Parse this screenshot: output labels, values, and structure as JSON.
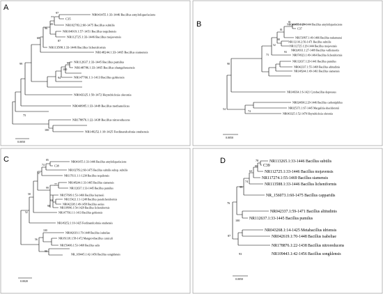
{
  "panels": [
    {
      "label": "A",
      "scale": "0.0050",
      "leaves": [
        "NR041455.1:33-1446 Bacillus amyloliquefaciens",
        "C35",
        "NR102783.2:60-1475 Bacillus subtilis",
        "NR104919.1:57-1451 Bacillus tequilensis",
        "NR112725.1:33-1446 Bacillus mojavensis",
        "NR113588.1:33-1446 Bacillus licheniformis",
        "NR148244.1:33-1465 Bacillus siamensis",
        "NR112637.1:33-1445 Bacillus pumilus",
        "NR148786.1:33-1465 Bacillus zhangzhouensis",
        "NR147766.1:1-1413 Bacillus gobiensis",
        "NR043325.1:50-1472 Heyndrickxia oleronia",
        "NR040985.1:33-1449 Bacillus methanolicus",
        "NR178876.1:22-1438 Bacillus nitroreducens",
        "NR149252.1:10-1425 Ferdinandcohnia onubensis"
      ],
      "bootstraps": [
        "97",
        "77",
        "96",
        "43",
        "68",
        "87",
        "99",
        "100",
        "94",
        "99",
        "75",
        "100"
      ]
    },
    {
      "label": "B",
      "scale": "0.0050",
      "leaves": [
        "NR041455.1:29-1444 Bacillus amyloliquefaciens",
        "C37",
        "NR151897.1:49-1466 Bacillus nakamurai",
        "NR112116.2:56-1471 Bacillus subtilis",
        "NR112725.1:29-1444 Bacillus mojavensis",
        "NR024931.1:27-1409 Bacillus vallismortis",
        "NR074923.1:49-1464 Bacillus licheniformis",
        "NR112637.1:29-1441 Bacillus pumilus",
        "NR042337.1:55-1469 Bacillus altitudinis",
        "NR148244.1:49-1461 Bacillus siamensis",
        "NR146034.1:6-1421 Cytobacillus depressus",
        "NR024690.2:29-1446 Bacillus carboniphilus",
        "NR025371.1:67-1445 Margalitia shackletonii",
        "NR043325.1:52-1470 Heyndrickxia oleronia"
      ],
      "bootstraps": [
        "81",
        "81",
        "98",
        "52",
        "93",
        "73",
        "98",
        "54",
        "74"
      ]
    },
    {
      "label": "C",
      "scale": "0.0020",
      "leaves": [
        "NR041455.1:33-1446 Bacillus amyloliquefaciens",
        "C38",
        "NR102783.2:60-1475 Bacillus subtilis subsp. subtilis",
        "NR117611.1:1-1230 Bacillus tequilensis",
        "NR148244.1:33-1465 Bacillus siamensis",
        "NR112637.1:33-1445 Bacillus pumilus",
        "NR157609.1:53-1466 Bacillus haynesii",
        "NR115421.1:1-1248 Bacillus paralicheniformis",
        "NR042338.1:48-1458 Bacillus aerius",
        "NR118996.1:54-1429 Bacillus licheniformis",
        "NR147766.1:1-1413 Bacillus gobiensis",
        "NR149252.1:10-1425 Ferdinandcohnia onubensis",
        "NR042619.1:70-1448 Bacillus isabeliae",
        "NR181118.1:58-1472 Mangrovibacillus cuniculi",
        "NR159406.1:53-1468 Bacillus salis",
        "NR_109445.1:42-1456 Bacillus songklensis"
      ],
      "bootstraps": [
        "85",
        "74",
        "97",
        "77",
        "99",
        "84",
        "58",
        "98",
        "52",
        "100",
        "56",
        "90"
      ]
    },
    {
      "label": "D",
      "scale": "0.0050",
      "leaves": [
        "NR113265.1:33-1446 Bacillus subtilis",
        "C39",
        "NR112725.1:33-1446 Bacillus mojavensis",
        "NR117274.1:55-1469 Bacillus siamensis",
        "NR113588.1:33-1446 Bacillus licheniformis",
        "NR_156073.1:60-1475 Bacillus capparidis",
        "NR042337.1:59-1471 Bacillus altitudinis",
        "NR112637.1:33-1445 Bacillus pumilus",
        "NR043268.1:14-1425 Metabacillus idriensis",
        "NR042619.1:70-1448 Bacillus isabeliae",
        "NR178876.1:22-1438 Bacillus nitroreducens",
        "NR109443.1:42-1456 Bacillus songklensis"
      ],
      "bootstraps": [
        "78",
        "99",
        "63",
        "74",
        "99",
        "76",
        "100",
        "87",
        "93"
      ]
    }
  ]
}
